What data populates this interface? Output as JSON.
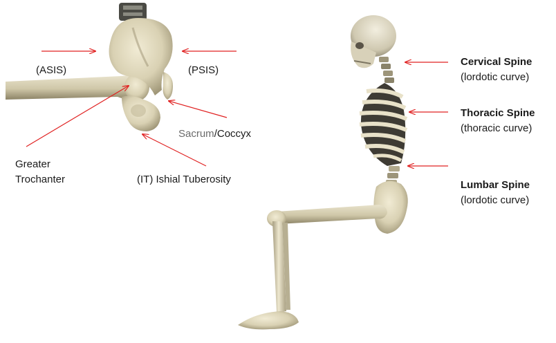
{
  "colors": {
    "arrow": "#e02020",
    "bone": "#e6dfc5",
    "bone_shadow": "#b3aa8a",
    "bone_dark": "#8f8566"
  },
  "pelvis_labels": {
    "asis": "(ASIS)",
    "psis": "(PSIS)",
    "sacrum": "Sacrum",
    "coccyx": "/Coccyx",
    "greater": "Greater",
    "trochanter": "Trochanter",
    "it": "(IT) Ishial Tuberosity"
  },
  "spine_labels": {
    "cervical": {
      "name": "Cervical Spine",
      "curve": "(lordotic curve)"
    },
    "thoracic": {
      "name": "Thoracic Spine",
      "curve": "(thoracic curve)"
    },
    "lumbar": {
      "name": "Lumbar Spine",
      "curve": "(lordotic curve)"
    }
  }
}
